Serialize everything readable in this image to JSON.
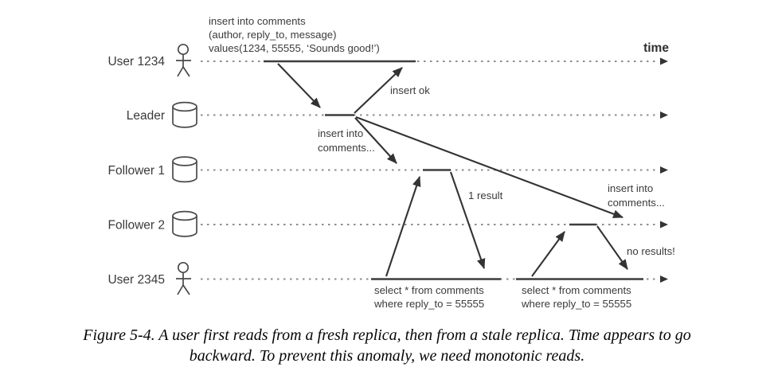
{
  "figure": {
    "time_label": "time",
    "actors": [
      {
        "label": "User 1234",
        "icon": "person-icon"
      },
      {
        "label": "Leader",
        "icon": "database-icon"
      },
      {
        "label": "Follower 1",
        "icon": "database-icon"
      },
      {
        "label": "Follower 2",
        "icon": "database-icon"
      },
      {
        "label": "User 2345",
        "icon": "person-icon"
      }
    ],
    "annotations": {
      "insert_query": {
        "line1": "insert into comments",
        "line2": "(author, reply_to, message)",
        "line3": "values(1234, 55555, ‘Sounds good!’)"
      },
      "insert_ok": "insert ok",
      "insert_into_follower1": {
        "line1": "insert into",
        "line2": "comments..."
      },
      "one_result": "1 result",
      "insert_into_follower2": {
        "line1": "insert into",
        "line2": "comments..."
      },
      "no_results": "no results!",
      "select_query_1": {
        "line1": "select * from comments",
        "line2": "where reply_to = 55555"
      },
      "select_query_2": {
        "line1": "select * from comments",
        "line2": "where reply_to = 55555"
      }
    }
  },
  "caption": {
    "line1": "Figure 5-4. A user first reads from a fresh replica, then from a stale replica. Time appears to go",
    "line2": "backward. To prevent this anomaly, we need monotonic reads."
  },
  "colors": {
    "solid_line": "#3d3d3d",
    "dashed_line": "#8c8c8c",
    "text": "#3a3a3a",
    "background": "#ffffff"
  }
}
